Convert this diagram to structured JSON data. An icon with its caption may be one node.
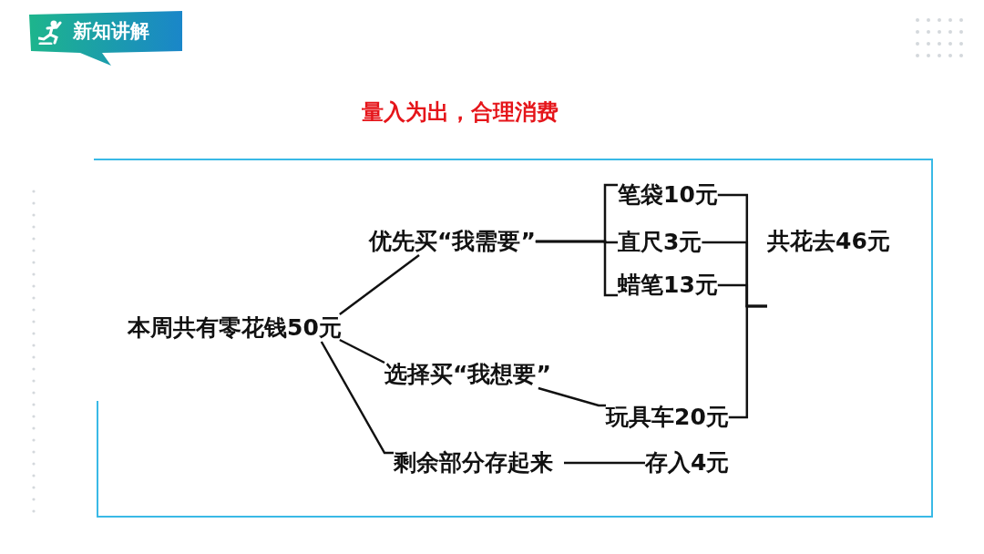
{
  "diagram": {
    "title": "量入为出，合理消费",
    "nodes": [
      {
        "text": [
          "新知讲解"
        ]
      },
      {
        "text": [
          "本周共有零花钱50元"
        ]
      },
      {
        "text": [
          "优先买“我需要”"
        ]
      },
      {
        "text": [
          "选择买“我想要”"
        ]
      },
      {
        "text": [
          "剩余部分存起来"
        ]
      },
      {
        "text": [
          "笔袋10元"
        ]
      },
      {
        "text": [
          "直尺3元"
        ]
      },
      {
        "text": [
          "蜡笔13元"
        ]
      },
      {
        "text": [
          "玩具车20元"
        ]
      },
      {
        "text": [
          "共花去46元"
        ]
      },
      {
        "text": [
          "存入4元"
        ]
      }
    ],
    "edges": [
      {
        "from": 1,
        "to": 2,
        "arrow": "none"
      },
      {
        "from": 1,
        "to": 3,
        "arrow": "none"
      },
      {
        "from": 1,
        "to": 4,
        "arrow": "none"
      },
      {
        "from": 2,
        "to": 5,
        "arrow": "none"
      },
      {
        "from": 2,
        "to": 6,
        "arrow": "none"
      },
      {
        "from": 2,
        "to": 7,
        "arrow": "none"
      },
      {
        "from": 3,
        "to": 8,
        "arrow": "none"
      },
      {
        "from": 5,
        "to": 9,
        "arrow": "none"
      },
      {
        "from": 6,
        "to": 9,
        "arrow": "none"
      },
      {
        "from": 7,
        "to": 9,
        "arrow": "none"
      },
      {
        "from": 8,
        "to": 9,
        "arrow": "none"
      },
      {
        "from": 4,
        "to": 10,
        "arrow": "none"
      }
    ]
  }
}
